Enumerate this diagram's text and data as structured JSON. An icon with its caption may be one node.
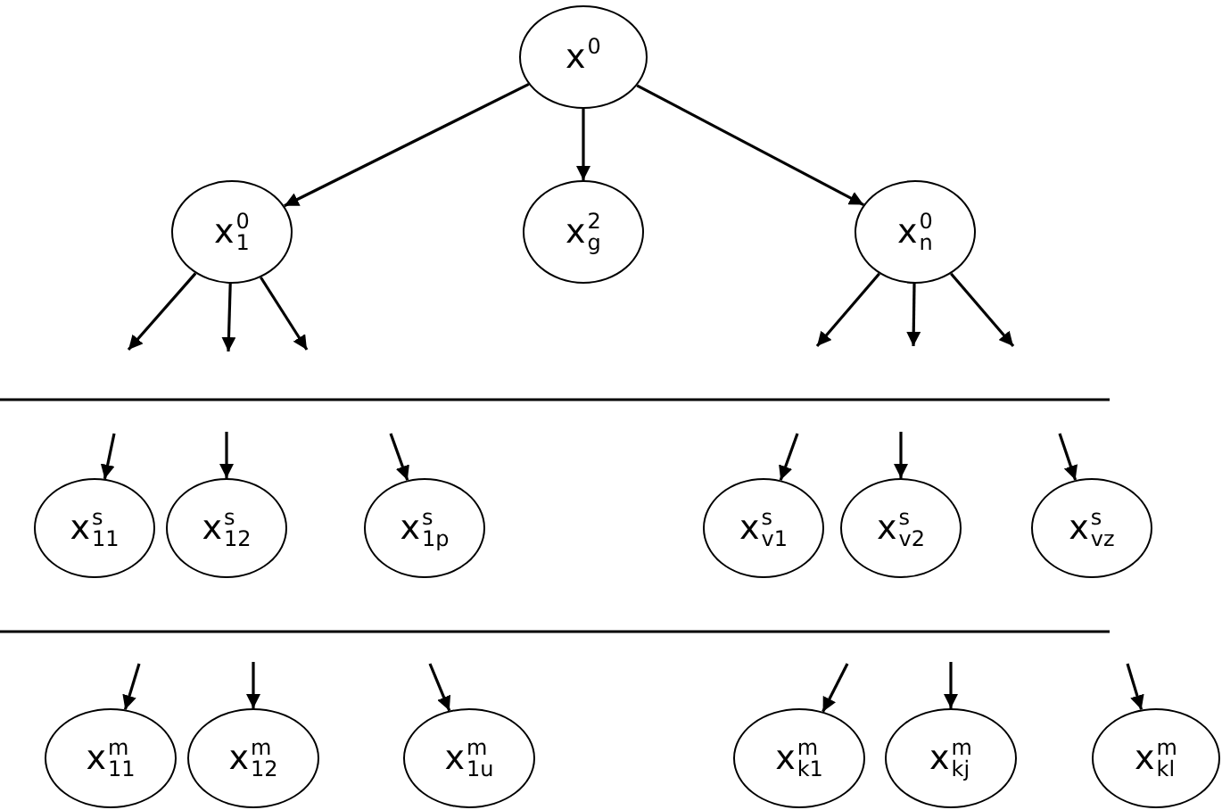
{
  "diagram": {
    "nodes": [
      {
        "text": [
          "x$^{0}$"
        ]
      },
      {
        "text": [
          "x$^{0}$$_{1}$"
        ]
      },
      {
        "text": [
          "x$^{2}$$_{g}$"
        ]
      },
      {
        "text": [
          "x$^{0}$$_{n}$"
        ]
      },
      {
        "text": [
          "x$^{s}$$_{11}$"
        ]
      },
      {
        "text": [
          "x$^{s}$$_{12}$"
        ]
      },
      {
        "text": [
          "x$^{s}$$_{1p}$"
        ]
      },
      {
        "text": [
          "x$^{s}$$_{v1}$"
        ]
      },
      {
        "text": [
          "x$^{s}$$_{v2}$"
        ]
      },
      {
        "text": [
          "x$^{s}$$_{vz}$"
        ]
      },
      {
        "text": [
          "x$^{m}$$_{11}$"
        ]
      },
      {
        "text": [
          "x$^{m}$$_{12}$"
        ]
      },
      {
        "text": [
          "x$^{m}$$_{1u}$"
        ]
      },
      {
        "text": [
          "x$^{m}$$_{k1}$"
        ]
      },
      {
        "text": [
          "x$^{m}$$_{kj}$"
        ]
      },
      {
        "text": [
          "x$^{m}$$_{kl}$"
        ]
      }
    ],
    "edges": [
      {
        "from": 0,
        "to": 1,
        "arrow": "to"
      },
      {
        "from": 0,
        "to": 2,
        "arrow": "to"
      },
      {
        "from": 0,
        "to": 3,
        "arrow": "to"
      },
      {
        "from": 1,
        "to": null,
        "arrow": "to"
      },
      {
        "from": 1,
        "to": null,
        "arrow": "to"
      },
      {
        "from": 1,
        "to": null,
        "arrow": "to"
      },
      {
        "from": 3,
        "to": null,
        "arrow": "to"
      },
      {
        "from": 3,
        "to": null,
        "arrow": "to"
      },
      {
        "from": 3,
        "to": null,
        "arrow": "to"
      },
      {
        "from": null,
        "to": 4,
        "arrow": "to"
      },
      {
        "from": null,
        "to": 5,
        "arrow": "to"
      },
      {
        "from": null,
        "to": 6,
        "arrow": "to"
      },
      {
        "from": null,
        "to": 7,
        "arrow": "to"
      },
      {
        "from": null,
        "to": 8,
        "arrow": "to"
      },
      {
        "from": null,
        "to": 9,
        "arrow": "to"
      },
      {
        "from": null,
        "to": 10,
        "arrow": "to"
      },
      {
        "from": null,
        "to": 11,
        "arrow": "to"
      },
      {
        "from": null,
        "to": 12,
        "arrow": "to"
      },
      {
        "from": null,
        "to": 13,
        "arrow": "to"
      },
      {
        "from": null,
        "to": 14,
        "arrow": "to"
      },
      {
        "from": null,
        "to": 15,
        "arrow": "to"
      }
    ]
  }
}
